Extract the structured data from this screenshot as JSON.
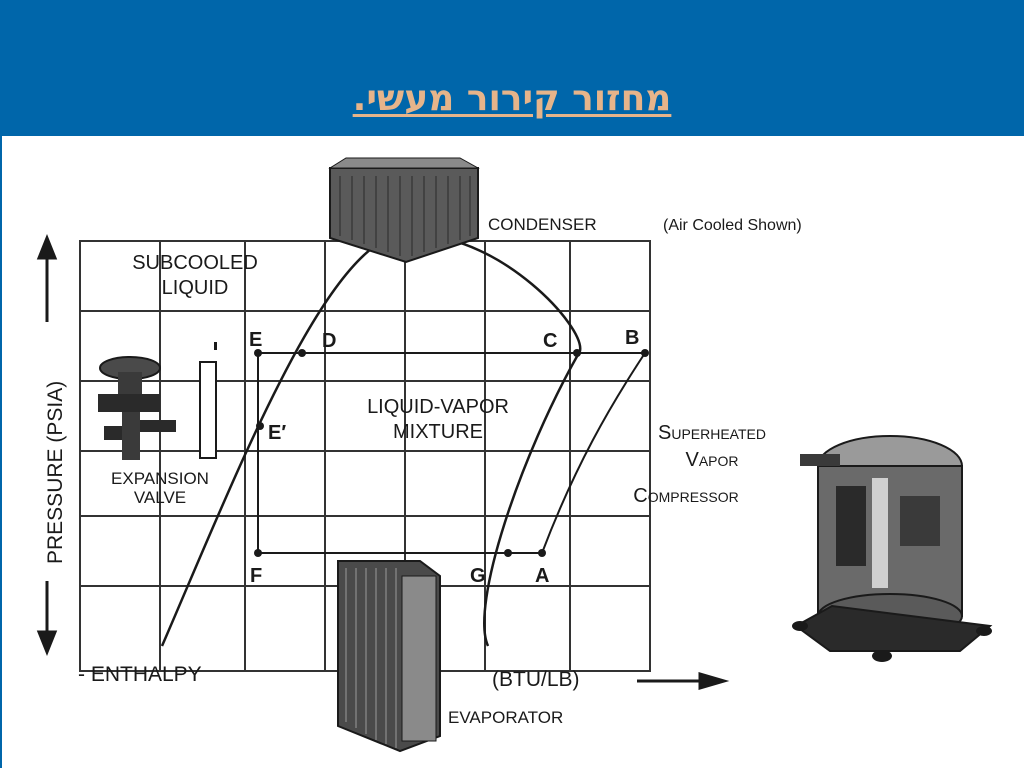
{
  "slide": {
    "title": "מחזור קירור מעשי."
  },
  "diagram": {
    "y_axis_label": "PRESSURE (PSIA)",
    "x_axis_label_left": "- ENTHALPY",
    "x_axis_label_right": "(BTU/LB)",
    "regions": {
      "subcooled_line1": "SUBCOOLED",
      "subcooled_line2": "LIQUID",
      "mixture_line1": "LIQUID-VAPOR",
      "mixture_line2": "MIXTURE",
      "superheated_line1": "Superheated",
      "superheated_line2": "Vapor"
    },
    "points": {
      "E": "E",
      "D": "D",
      "C": "C",
      "B": "B",
      "E_prime": "E′",
      "F": "F",
      "G": "G",
      "A": "A"
    },
    "components": {
      "condenser": "CONDENSER",
      "condenser_note": "(Air Cooled Shown)",
      "expansion_valve_line1": "EXPANSION",
      "expansion_valve_line2": "VALVE",
      "compressor": "Compressor",
      "evaporator": "EVAPORATOR"
    },
    "colors": {
      "header": "#0066aa",
      "title": "#e6b48a",
      "ink": "#1a1a1a"
    }
  }
}
